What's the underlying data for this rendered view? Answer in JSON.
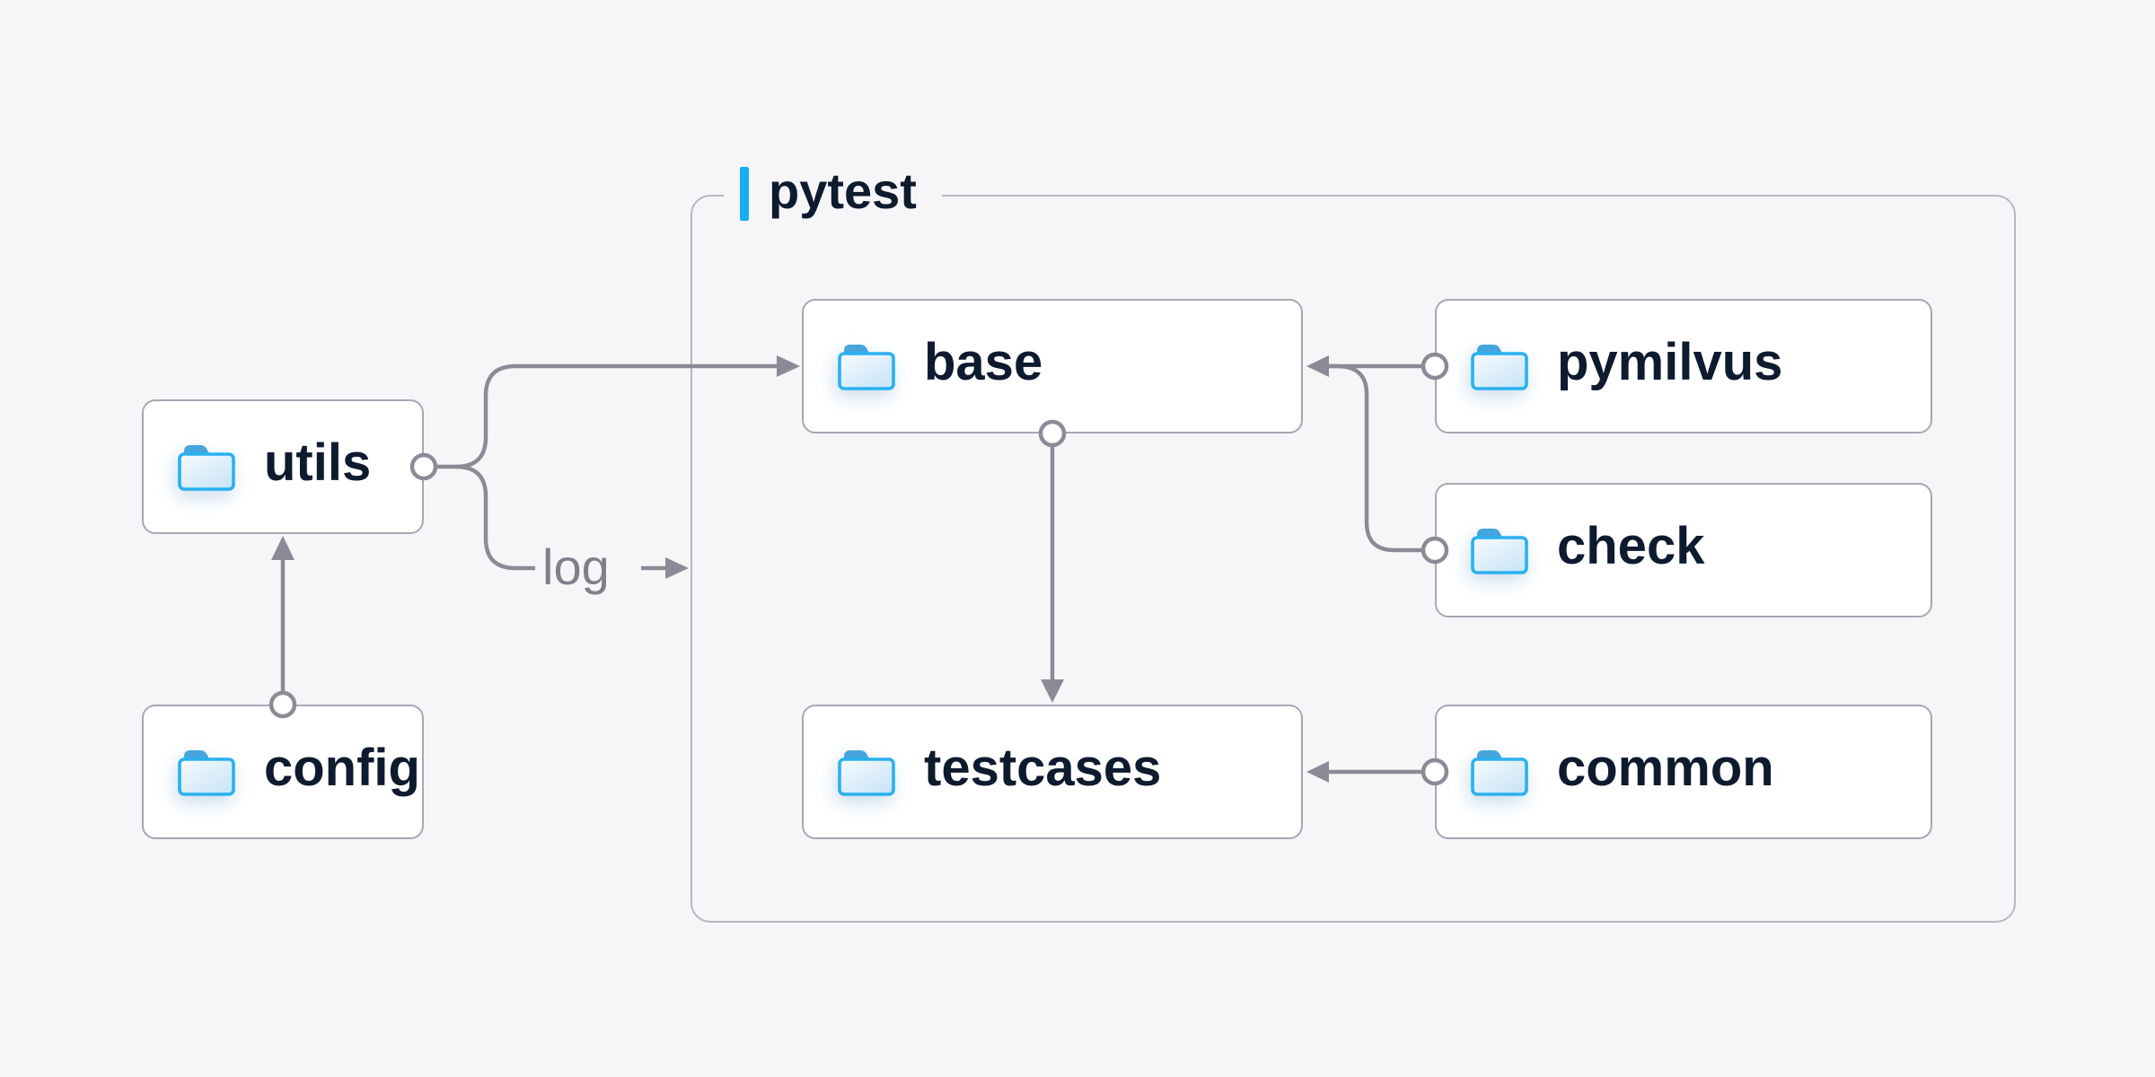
{
  "diagram": {
    "container": {
      "label": "pytest",
      "children": [
        "base",
        "pymilvus",
        "check",
        "testcases",
        "common"
      ]
    },
    "nodes": {
      "utils": {
        "label": "utils",
        "icon": "folder-icon"
      },
      "config": {
        "label": "config",
        "icon": "folder-icon"
      },
      "base": {
        "label": "base",
        "icon": "folder-icon"
      },
      "pymilvus": {
        "label": "pymilvus",
        "icon": "folder-icon"
      },
      "check": {
        "label": "check",
        "icon": "folder-icon"
      },
      "testcases": {
        "label": "testcases",
        "icon": "folder-icon"
      },
      "common": {
        "label": "common",
        "icon": "folder-icon"
      }
    },
    "edge_label": "log",
    "edges": [
      {
        "from": "config",
        "to": "utils"
      },
      {
        "from": "utils",
        "to": "base"
      },
      {
        "from": "utils",
        "to": "pytest-container",
        "label": "log"
      },
      {
        "from": "pymilvus",
        "to": "base"
      },
      {
        "from": "check",
        "to": "base"
      },
      {
        "from": "base",
        "to": "testcases"
      },
      {
        "from": "common",
        "to": "testcases"
      }
    ],
    "colors": {
      "background": "#f6f6f8",
      "node_background": "#ffffff",
      "node_border": "#a7a7b4",
      "container_border": "#b7b7c2",
      "connector_gray": "#8b8b97",
      "edge_label_gray": "#80808c",
      "text_navy": "#0e1a2e",
      "accent_blue_bar": "#1babf0",
      "folder_blue": "#29b1f0",
      "folder_tab_blue": "#46a5dc"
    }
  }
}
